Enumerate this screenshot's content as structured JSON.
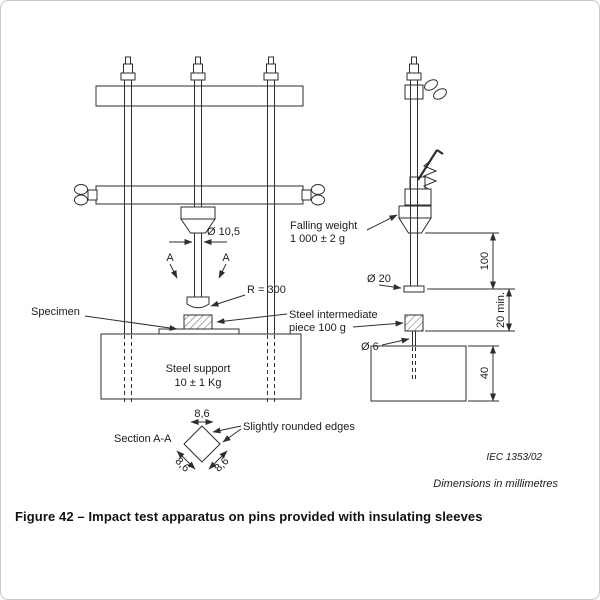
{
  "figure": {
    "caption": "Figure 42 – Impact test apparatus on pins provided with insulating sleeves",
    "standard_ref": "IEC  1353/02",
    "units_note": "Dimensions in millimetres"
  },
  "annotations": {
    "falling_weight_line1": "Falling weight",
    "falling_weight_line2": "1 000 ± 2 g",
    "shaft_diameter": "Ø 10,5",
    "section_letter": "A",
    "striker_radius": "R = 300",
    "specimen": "Specimen",
    "intermediate_line1": "Steel intermediate",
    "intermediate_line2": "piece 100 g",
    "support_line1": "Steel support",
    "support_line2": "10 ± 1 Kg",
    "foot_diameter": "Ø 20",
    "pin_diameter": "Ø 6",
    "drop_height": "100",
    "clearance": "20 min.",
    "support_height": "40",
    "section_title": "Section A-A",
    "blade_width_top": "8,6",
    "blade_width_left": "8,6",
    "blade_width_right": "8,6",
    "rounded_edges_note": "Slightly rounded edges"
  },
  "colors": {
    "ink": "#2e2e2e",
    "background": "#ffffff",
    "page_border": "#c9c9c9"
  }
}
